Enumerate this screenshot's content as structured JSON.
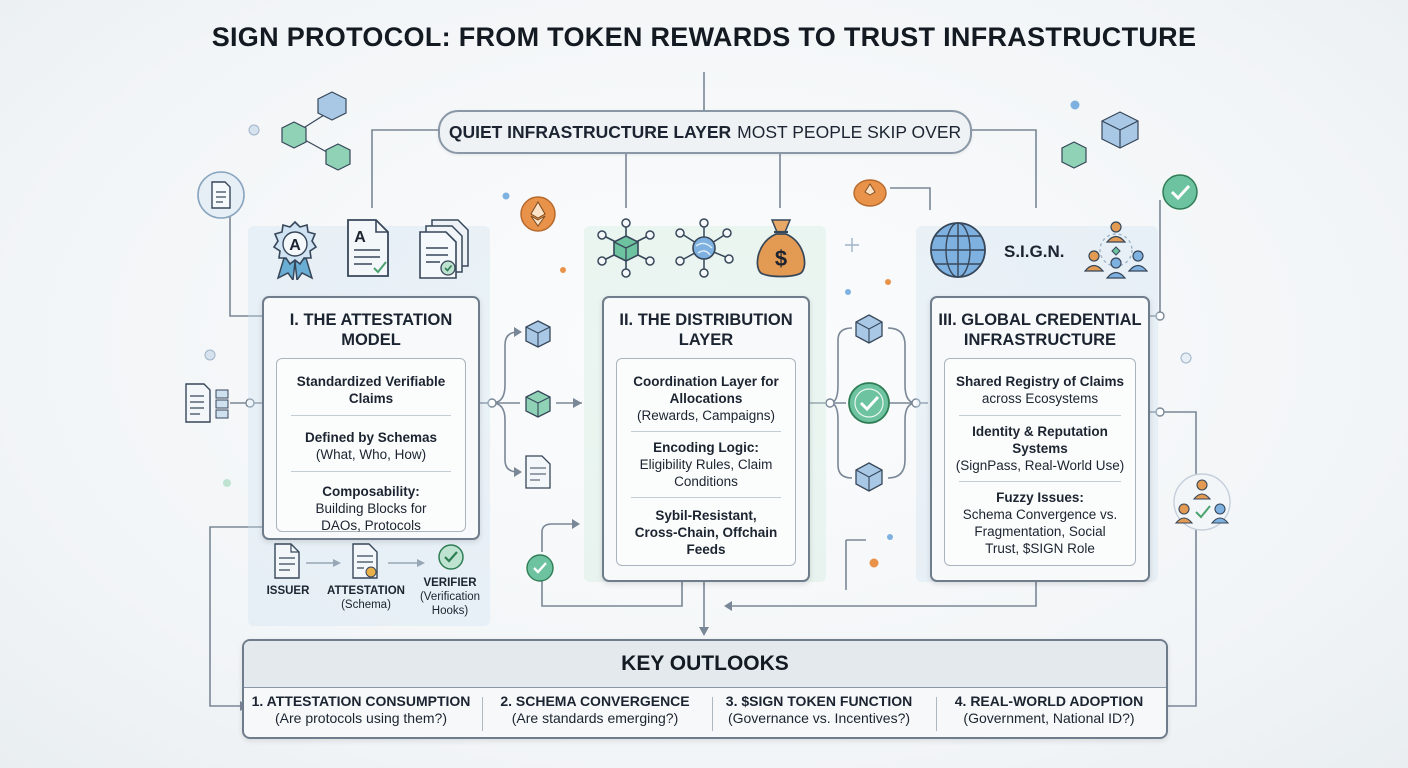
{
  "title": "SIGN PROTOCOL: FROM TOKEN REWARDS TO TRUST INFRASTRUCTURE",
  "top_pill": {
    "bold": "QUIET INFRASTRUCTURE LAYER",
    "rest": "MOST PEOPLE SKIP OVER"
  },
  "columns": [
    {
      "title": "I. THE ATTESTATION MODEL",
      "blocks": [
        {
          "bold": "Standardized Verifiable Claims",
          "normal": ""
        },
        {
          "bold": "Defined by Schemas",
          "normal": "(What, Who, How)"
        },
        {
          "bold": "Composability:",
          "normal": "Building Blocks for DAOs, Protocols"
        }
      ],
      "flow": [
        {
          "bold": "ISSUER",
          "normal": ""
        },
        {
          "bold": "ATTESTATION",
          "normal": "(Schema)"
        },
        {
          "bold": "VERIFIER",
          "normal": "(Verification Hooks)"
        }
      ]
    },
    {
      "title": "II. THE DISTRIBUTION LAYER",
      "blocks": [
        {
          "bold": "Coordination Layer for Allocations",
          "normal": "(Rewards, Campaigns)"
        },
        {
          "bold": "Encoding Logic:",
          "normal": "Eligibility Rules, Claim Conditions"
        },
        {
          "bold": "Sybil-Resistant, Cross-Chain, Offchain Feeds",
          "normal": ""
        }
      ]
    },
    {
      "title": "III. GLOBAL CREDENTIAL INFRASTRUCTURE",
      "sign_label": "S.I.G.N.",
      "blocks": [
        {
          "bold": "Shared Registry of Claims",
          "normal": "across Ecosystems"
        },
        {
          "bold": "Identity & Reputation Systems",
          "normal": "(SignPass, Real-World Use)"
        },
        {
          "bold": "Fuzzy Issues:",
          "normal": "Schema Convergence vs. Fragmentation, Social Trust, $SIGN Role"
        }
      ]
    }
  ],
  "outlooks": {
    "title": "KEY OUTLOOKS",
    "items": [
      {
        "bold": "1. ATTESTATION CONSUMPTION",
        "normal": "(Are protocols using them?)"
      },
      {
        "bold": "2. SCHEMA CONVERGENCE",
        "normal": "(Are standards emerging?)"
      },
      {
        "bold": "3. $SIGN TOKEN FUNCTION",
        "normal": "(Governance vs. Incentives?)"
      },
      {
        "bold": "4. REAL-WORLD ADOPTION",
        "normal": "(Government, National ID?)"
      }
    ]
  },
  "colors": {
    "line": "#7a8796",
    "teal": "#5fbf9a",
    "blue": "#7fa6c9",
    "orange": "#e8924a",
    "card_border": "#6f7c8b"
  }
}
